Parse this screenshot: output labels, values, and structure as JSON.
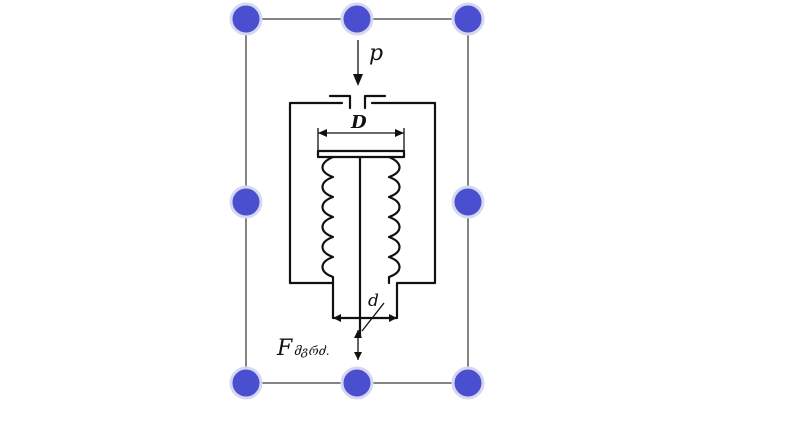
{
  "figure": {
    "labels": {
      "pressure": "p",
      "outer_diameter": "D",
      "inner_diameter": "d",
      "force_symbol": "F",
      "force_subscript": "მგრძ."
    }
  },
  "colors": {
    "handle_fill": "#4a4fd0",
    "handle_ring": "#d6d8f0",
    "frame": "#333333",
    "ink": "#111111"
  }
}
